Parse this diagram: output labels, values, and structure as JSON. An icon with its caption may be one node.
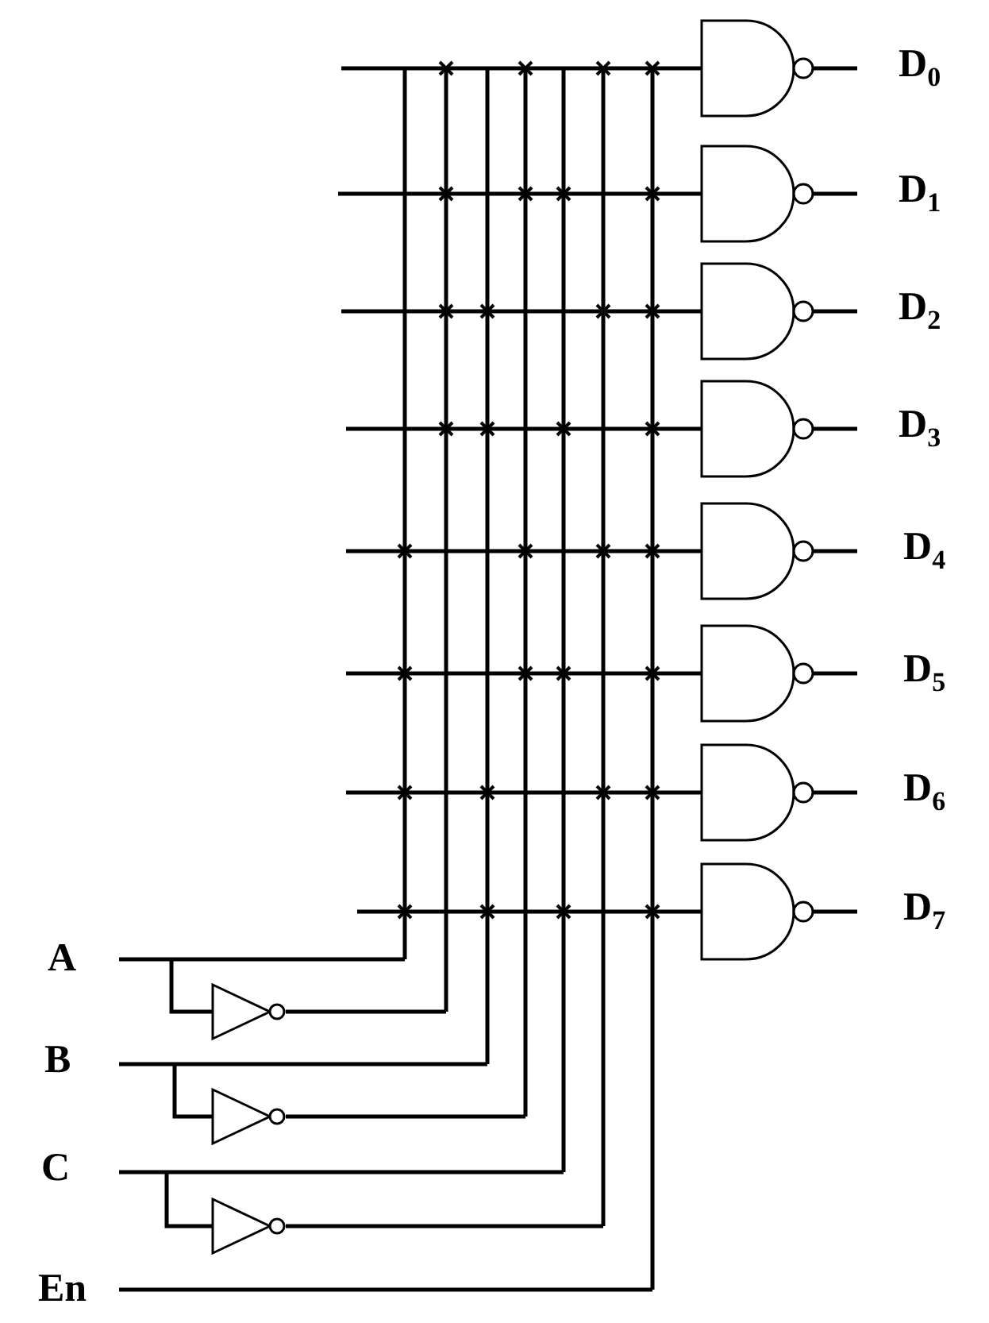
{
  "diagram": {
    "labels": [
      "D$_{0}$",
      "D$_{1}$",
      "D$_{2}$",
      "D$_{3}$",
      "D$_{4}$",
      "D$_{5}$",
      "D$_{6}$",
      "D$_{7}$",
      "A",
      "B",
      "C",
      "En"
    ]
  }
}
